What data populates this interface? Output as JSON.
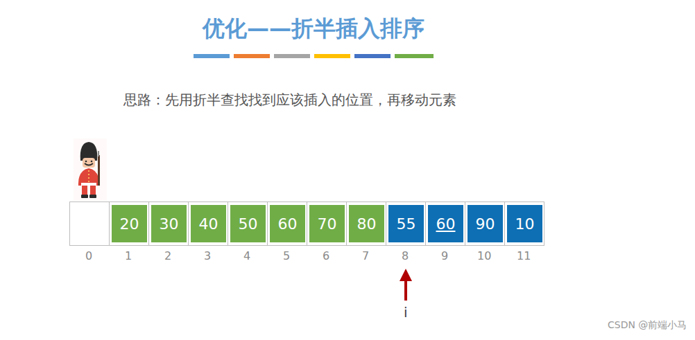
{
  "diagram": {
    "title": "优化——折半插入排序",
    "nodes": [
      {
        "text": [
          "20"
        ]
      },
      {
        "text": [
          "30"
        ]
      },
      {
        "text": [
          "40"
        ]
      },
      {
        "text": [
          "50"
        ]
      },
      {
        "text": [
          "60"
        ]
      },
      {
        "text": [
          "70"
        ]
      },
      {
        "text": [
          "80"
        ]
      },
      {
        "text": [
          "55"
        ]
      },
      {
        "text": [
          "60"
        ]
      },
      {
        "text": [
          "90"
        ]
      },
      {
        "text": [
          "10"
        ]
      }
    ],
    "labels": [
      "思路：先用折半查找找到应该插入的位置，再移动元素",
      "0",
      "1",
      "2",
      "3",
      "4",
      "5",
      "6",
      "7",
      "8",
      "9",
      "10",
      "11",
      "i",
      "CSDN @前端小马"
    ]
  }
}
